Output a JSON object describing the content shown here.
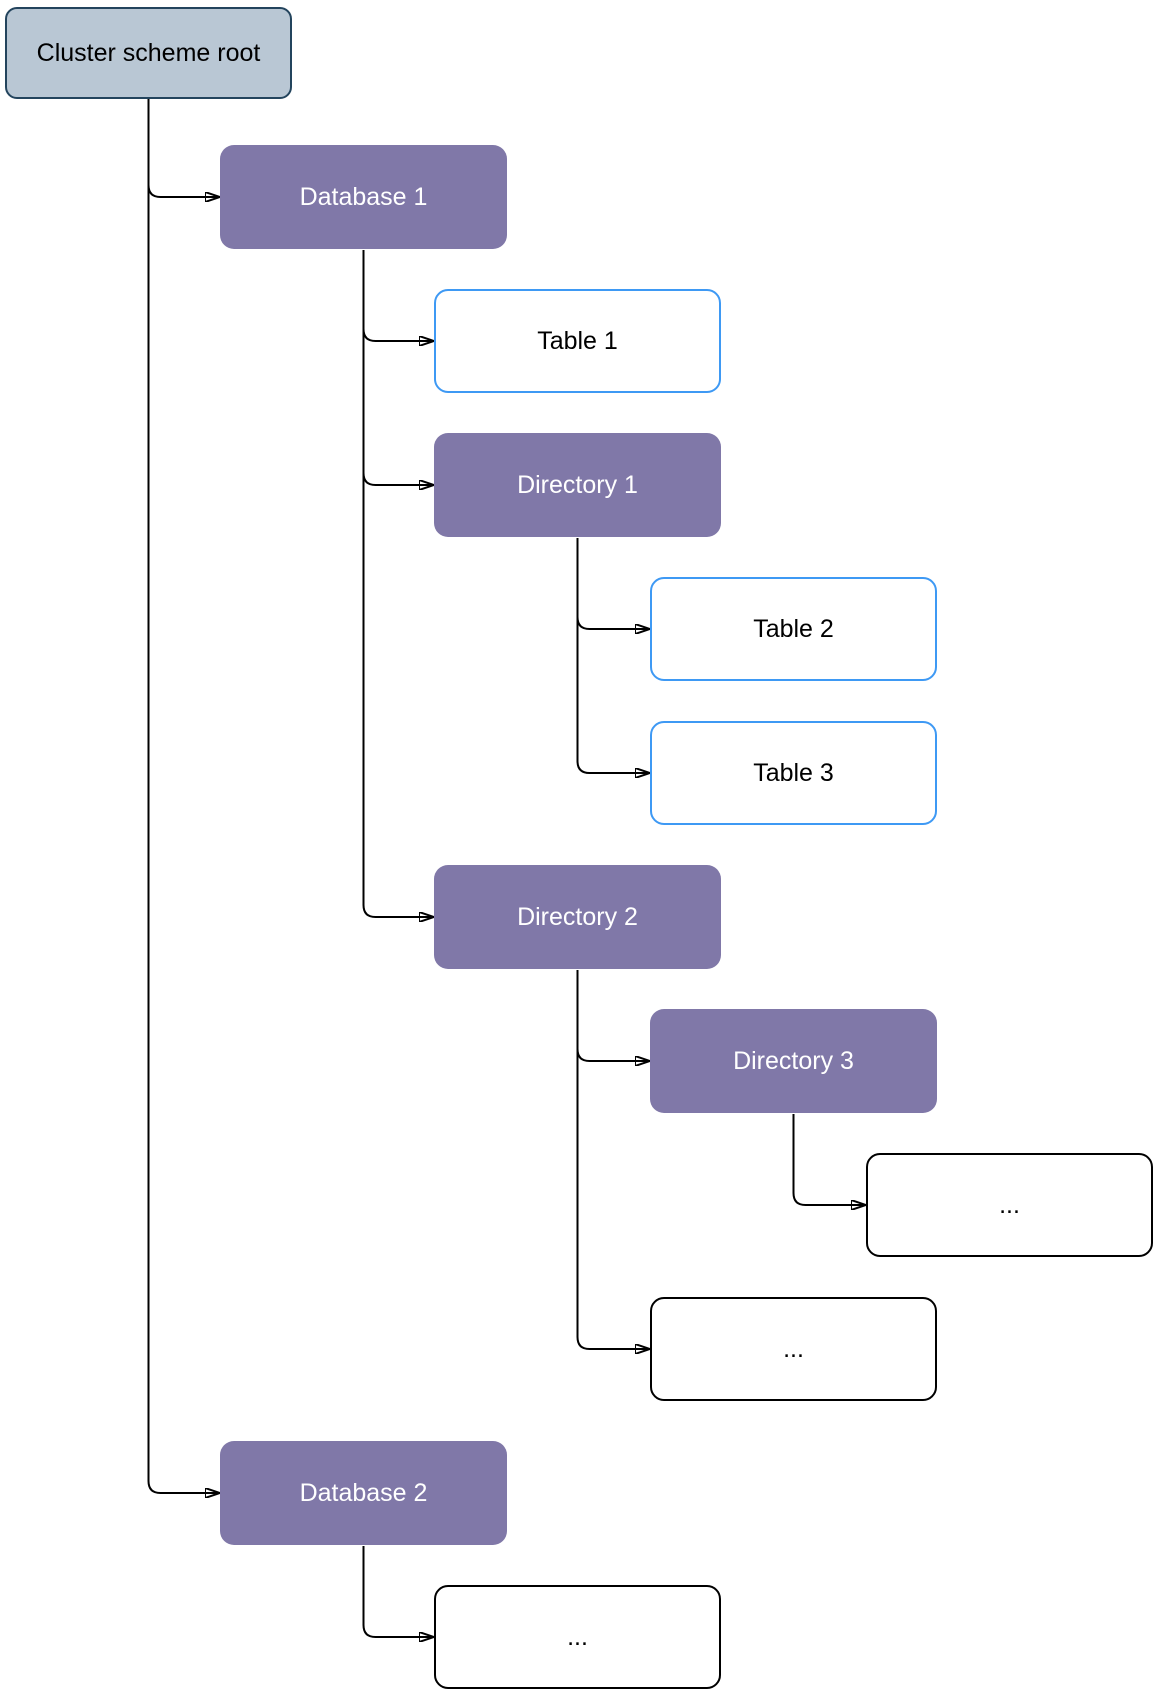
{
  "diagram": {
    "nodes": {
      "root": {
        "label": "Cluster scheme root"
      },
      "database1": {
        "label": "Database 1"
      },
      "table1": {
        "label": "Table 1"
      },
      "directory1": {
        "label": "Directory 1"
      },
      "table2": {
        "label": "Table 2"
      },
      "table3": {
        "label": "Table 3"
      },
      "directory2": {
        "label": "Directory 2"
      },
      "directory3": {
        "label": "Directory 3"
      },
      "directory3_more": {
        "label": "..."
      },
      "directory2_more": {
        "label": "..."
      },
      "database2": {
        "label": "Database 2"
      },
      "database2_more": {
        "label": "..."
      }
    },
    "edges": [
      {
        "from": "root",
        "to": "database1"
      },
      {
        "from": "root",
        "to": "database2"
      },
      {
        "from": "database1",
        "to": "table1"
      },
      {
        "from": "database1",
        "to": "directory1"
      },
      {
        "from": "database1",
        "to": "directory2"
      },
      {
        "from": "directory1",
        "to": "table2"
      },
      {
        "from": "directory1",
        "to": "table3"
      },
      {
        "from": "directory2",
        "to": "directory3"
      },
      {
        "from": "directory2",
        "to": "directory2_more"
      },
      {
        "from": "directory3",
        "to": "directory3_more"
      },
      {
        "from": "database2",
        "to": "database2_more"
      }
    ],
    "colors": {
      "background": "#FFFFFF",
      "root_fill": "#B9C7D4",
      "root_border": "#23445D",
      "branch_fill": "#8078A8",
      "branch_text": "#FFFFFF",
      "table_border": "#3E99F4",
      "plain_border": "#000000",
      "connector": "#000000",
      "text": "#000000"
    }
  }
}
